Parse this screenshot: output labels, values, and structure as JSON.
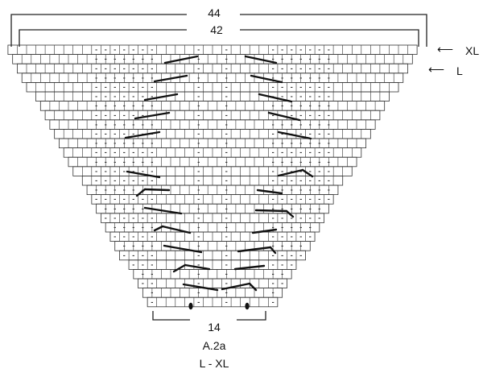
{
  "diagram": {
    "width_label_top": "44",
    "width_label_second": "42",
    "width_label_bottom": "14",
    "chart_name": "A.2a",
    "size_range": "L - XL"
  },
  "size_markers": [
    {
      "label": "XL",
      "icon": "left-arrow-icon",
      "glyph": "⟵"
    },
    {
      "label": "L",
      "icon": "left-arrow-icon",
      "glyph": "⟵"
    }
  ],
  "symbols": {
    "purl_mark": "-",
    "colors": {
      "line": "#222222",
      "grid": "#333333",
      "cable": "#111111"
    }
  }
}
